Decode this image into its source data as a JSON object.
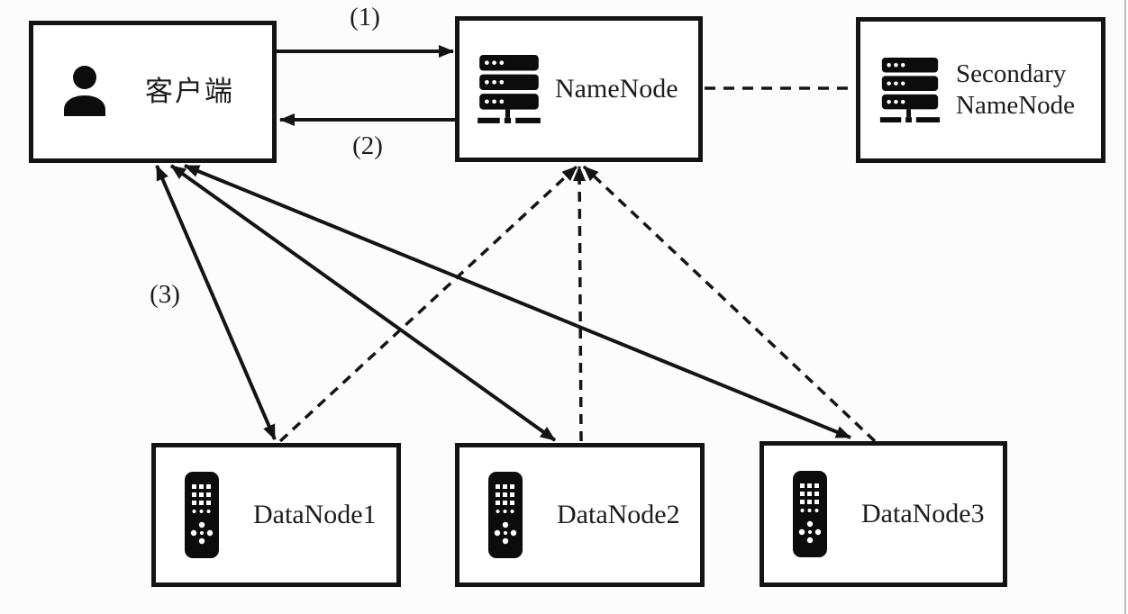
{
  "window": {
    "background": "#fcfcfc",
    "right_edge_line_color": "#bdbdbd"
  },
  "diagram": {
    "nodes": {
      "client": {
        "label": "客户端",
        "icon": "user-icon"
      },
      "namenode": {
        "label": "NameNode",
        "icon": "server-icon"
      },
      "secondary_namenode": {
        "label": "Secondary NameNode",
        "icon": "server-icon"
      },
      "datanode1": {
        "label": "DataNode1",
        "icon": "storage-device-icon"
      },
      "datanode2": {
        "label": "DataNode2",
        "icon": "storage-device-icon"
      },
      "datanode3": {
        "label": "DataNode3",
        "icon": "storage-device-icon"
      }
    },
    "edge_labels": {
      "step1": "(1)",
      "step2": "(2)",
      "step3": "(3)"
    },
    "edges": [
      {
        "from": "client",
        "to": "namenode",
        "style": "solid",
        "arrowheads": "end",
        "label": "(1)"
      },
      {
        "from": "namenode",
        "to": "client",
        "style": "solid",
        "arrowheads": "end",
        "label": "(2)"
      },
      {
        "from": "client",
        "to": "datanode1",
        "style": "solid",
        "arrowheads": "both",
        "label": "(3)"
      },
      {
        "from": "client",
        "to": "datanode2",
        "style": "solid",
        "arrowheads": "both"
      },
      {
        "from": "client",
        "to": "datanode3",
        "style": "solid",
        "arrowheads": "both"
      },
      {
        "from": "datanode1",
        "to": "namenode",
        "style": "dashed",
        "arrowheads": "end"
      },
      {
        "from": "datanode2",
        "to": "namenode",
        "style": "dashed",
        "arrowheads": "end"
      },
      {
        "from": "datanode3",
        "to": "namenode",
        "style": "dashed",
        "arrowheads": "end"
      },
      {
        "from": "namenode",
        "to": "secondary_namenode",
        "style": "dashed",
        "arrowheads": "none"
      }
    ],
    "colors": {
      "stroke": "#141414",
      "box_border": "#141414",
      "box_fill": "#ffffff",
      "text": "#1c1c1c"
    }
  }
}
